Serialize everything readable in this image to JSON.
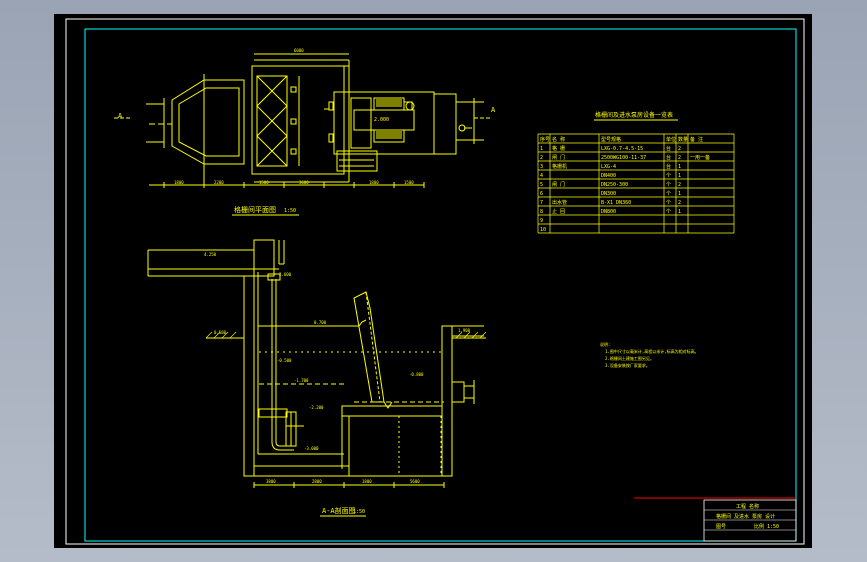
{
  "drawing": {
    "plan_title": "格栅间平面图",
    "plan_scale": "1:50",
    "section_title": "A-A剖面图",
    "section_scale": "1:50",
    "section_marker": "A",
    "plan_channel_label": "2.000",
    "table_title": "格栅间及进水泵房设备一览表",
    "table_headers": [
      "序号",
      "名 称",
      "型号规格",
      "单位",
      "数量",
      "备 注"
    ],
    "table_rows": [
      [
        "1",
        "格 栅",
        "LXG-0.7-4.5-15",
        "台",
        "2",
        ""
      ],
      [
        "2",
        "闸 门",
        "2500WG100-11-37",
        "台",
        "2",
        "一用一备"
      ],
      [
        "3",
        "格栅机",
        "LXG-4",
        "台",
        "1",
        ""
      ],
      [
        "4",
        "",
        "DN400",
        "个",
        "1",
        ""
      ],
      [
        "5",
        "闸 门",
        "DN250-300",
        "个",
        "2",
        ""
      ],
      [
        "6",
        "",
        "DN300",
        "个",
        "1",
        ""
      ],
      [
        "7",
        "出水管",
        "B-X1 DN360",
        "个",
        "2",
        ""
      ],
      [
        "8",
        "止 回",
        "DN800",
        "个",
        "1",
        ""
      ],
      [
        "9",
        "",
        "",
        "",
        "",
        ""
      ],
      [
        "10",
        "",
        "",
        "",
        "",
        ""
      ]
    ],
    "notes_title": "说明:",
    "notes": [
      "1.图中尺寸以毫米计,高程以米计,标高为相对标高。",
      "2.格栅间土建施工图另见。",
      "3.设备安装按厂家要求。"
    ],
    "title_block": {
      "row1": "工程 名称",
      "row2": "格栅间 及进水 泵房 设计",
      "row3": "图号",
      "row4": "比例 1:50"
    },
    "elevations": [
      "4.250",
      "2.600",
      "0.500",
      "0.700",
      "-0.500",
      "-1.700",
      "-2.200",
      "-3.000",
      "-0.800",
      "1.900"
    ],
    "dims_plan": [
      "1800",
      "2200",
      "1500",
      "3600",
      "1800",
      "1500",
      "6000"
    ],
    "dims_section": [
      "3800",
      "2800",
      "1800",
      "5600"
    ]
  },
  "colors": {
    "background": "#000000",
    "line": "#ffff00",
    "frame": "#ffffff",
    "border": "#00ffff",
    "accent": "#ff0000"
  }
}
